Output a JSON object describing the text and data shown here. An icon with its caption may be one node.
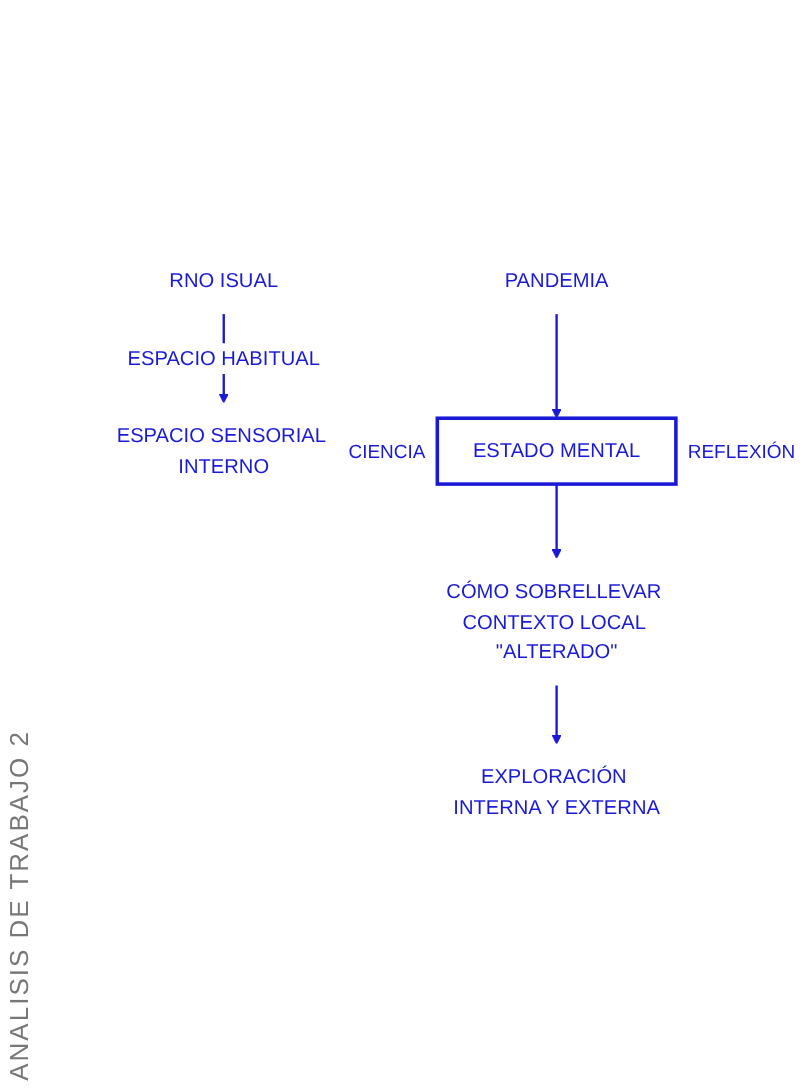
{
  "diagram": {
    "nodes": [
      {
        "text": [
          "RNO ISUAL"
        ]
      },
      {
        "text": [
          "ESPACIO SENSORIAL INTERNO"
        ]
      },
      {
        "text": [
          "PANDEMIA"
        ]
      },
      {
        "text": [
          "ESTADO MENTAL"
        ],
        "beside": [
          "CIENCIA",
          "REFLEXIÓN"
        ]
      },
      {
        "text": [
          "CÓMO SOBRELLEVAR CONTEXTO LOCAL \"ALTERADO\""
        ]
      },
      {
        "text": [
          "EXPLORACIÓN INTERNA Y EXTERNA"
        ]
      }
    ],
    "edges": [
      {
        "from": 0,
        "to": 1,
        "arrow": "to",
        "label": "ESPACIO HABITUAL"
      },
      {
        "from": 2,
        "to": 3,
        "arrow": "to"
      },
      {
        "from": 3,
        "to": 4,
        "arrow": "to"
      },
      {
        "from": 4,
        "to": 5,
        "arrow": "to"
      }
    ],
    "labels": [
      "ANALISIS DE TRABAJO 2"
    ]
  }
}
